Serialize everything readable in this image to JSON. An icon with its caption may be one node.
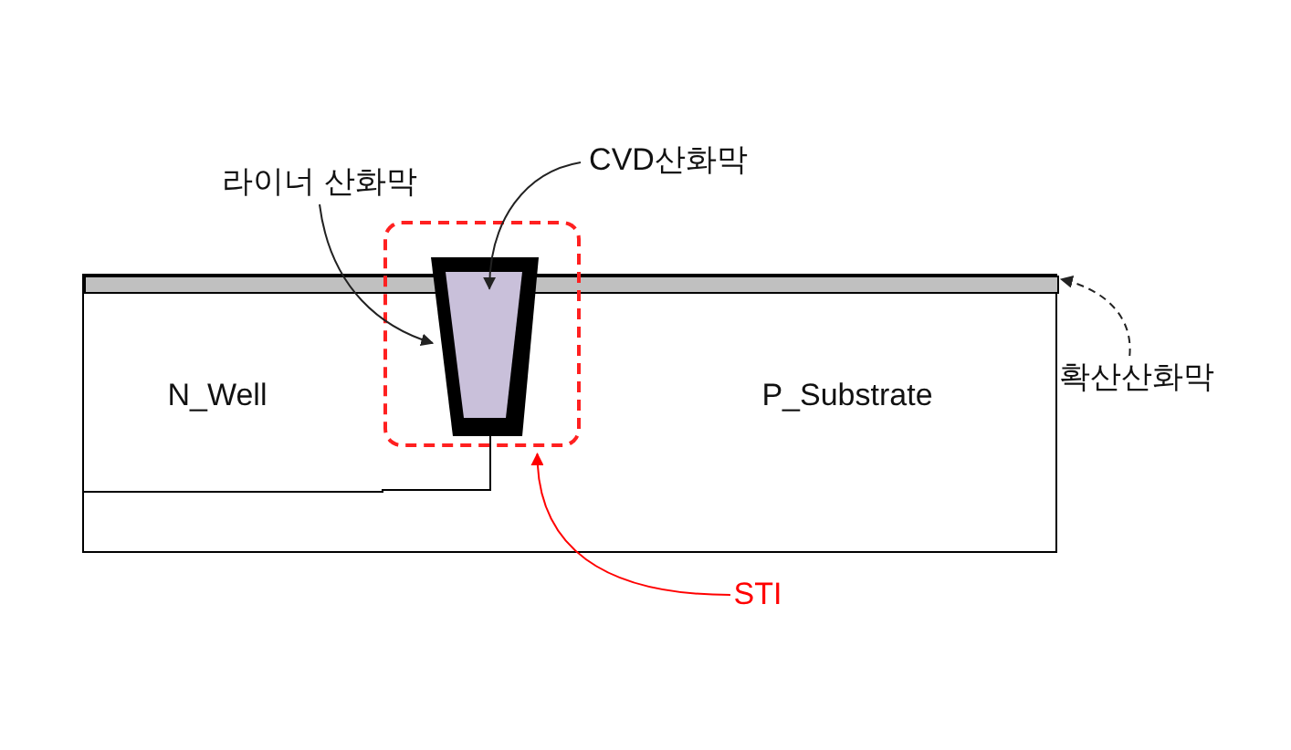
{
  "diagram": {
    "nodes": [
      {
        "text": [
          "라이너 산화막"
        ]
      },
      {
        "text": [
          "CVD산화막"
        ]
      },
      {
        "text": [],
        "shape": "bar",
        "in": 6
      },
      {
        "text": [],
        "shape": "box"
      },
      {
        "text": [],
        "shape": "trapezoid",
        "in": 3
      },
      {
        "text": [],
        "shape": "trapezoid",
        "in": 4
      },
      {
        "text": [
          "P_Substrate"
        ]
      },
      {
        "text": [
          "N_Well"
        ],
        "in": 6
      },
      {
        "text": [
          "확산산화막"
        ]
      },
      {
        "text": [
          "STI"
        ]
      }
    ],
    "edges": [
      {
        "from": 0,
        "to": 4,
        "arrow": "to"
      },
      {
        "from": 1,
        "to": 5,
        "arrow": "to"
      },
      {
        "from": 8,
        "to": 2,
        "arrow": "to",
        "style": "dashed"
      },
      {
        "from": 9,
        "to": 3,
        "arrow": "to",
        "color": "#ff0000"
      }
    ]
  }
}
